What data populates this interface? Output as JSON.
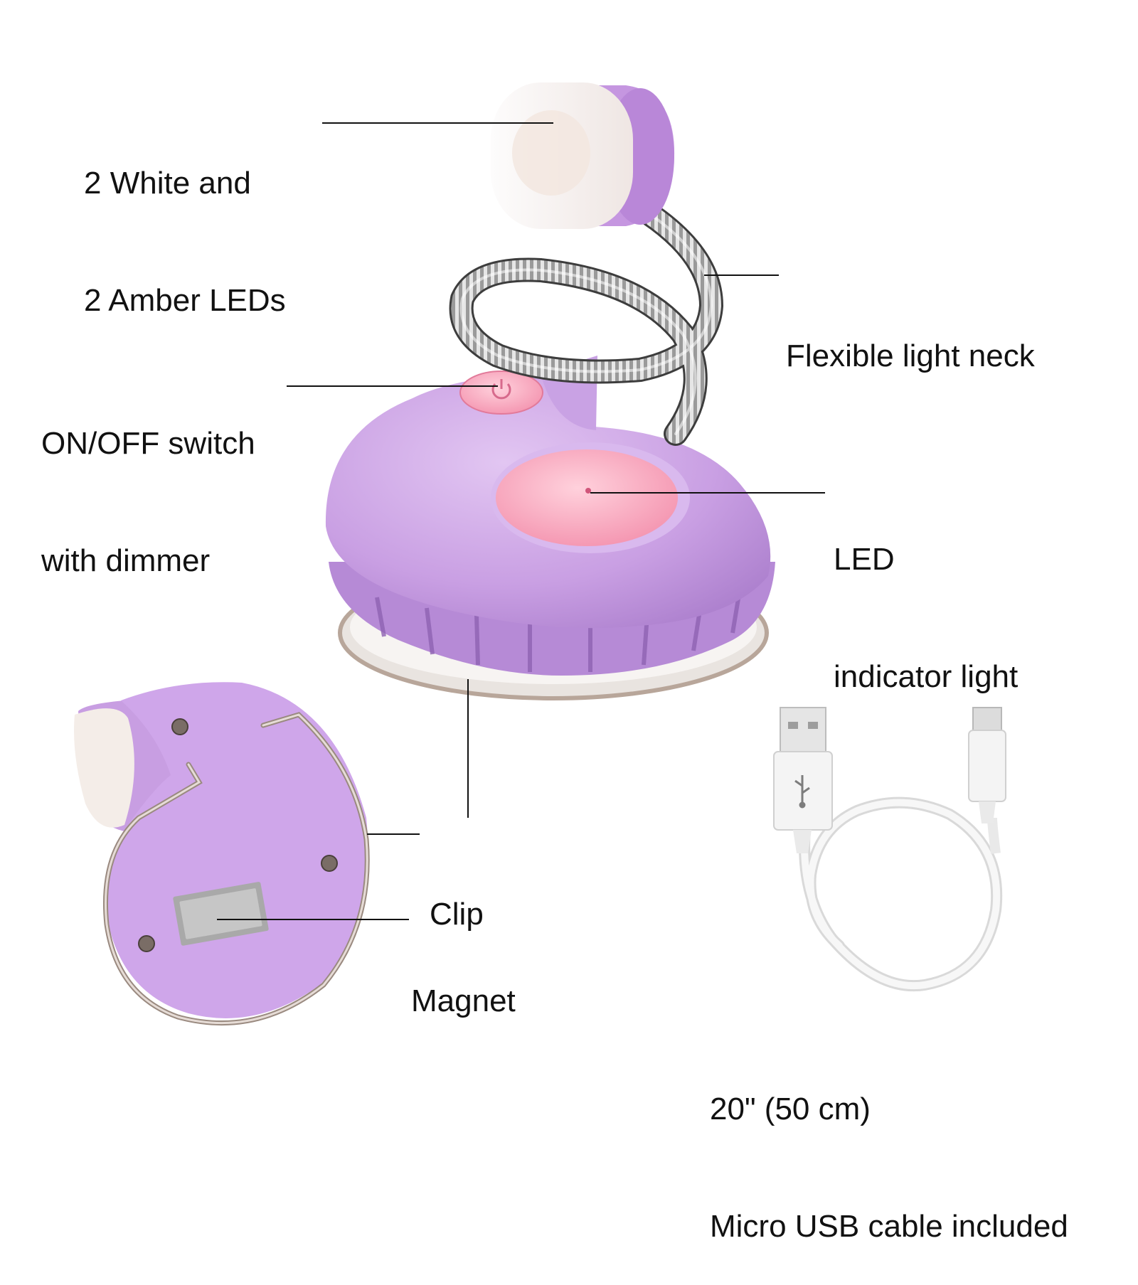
{
  "colors": {
    "lilac": "#c79be3",
    "lilac_dark": "#a874c9",
    "pink_button": "#f49bb5",
    "pink_indicator": "#f7a9bd",
    "neck_metal": "#8c8c8c",
    "cable_white": "#f2f2f2",
    "leader_line": "#111111"
  },
  "product": {
    "lamp_head_icon": "led-lamp-head",
    "neck_icon": "gooseneck",
    "base_icon": "round-clip-base",
    "back_view_icon": "lamp-back-view",
    "cable_icon": "micro-usb-cable",
    "usb_symbol": "usb-icon"
  },
  "callouts": {
    "leds": {
      "line1": "2 White and",
      "line2": "2 Amber LEDs"
    },
    "neck": {
      "line1": "Flexible light neck"
    },
    "switch": {
      "line1": "ON/OFF switch",
      "line2": "with dimmer"
    },
    "indicator": {
      "line1": "LED",
      "line2": "indicator light"
    },
    "clip": {
      "line1": "Clip"
    },
    "magnet": {
      "line1": "Magnet"
    },
    "cable": {
      "line1": "20\" (50 cm)",
      "line2": "Micro USB cable included"
    }
  }
}
